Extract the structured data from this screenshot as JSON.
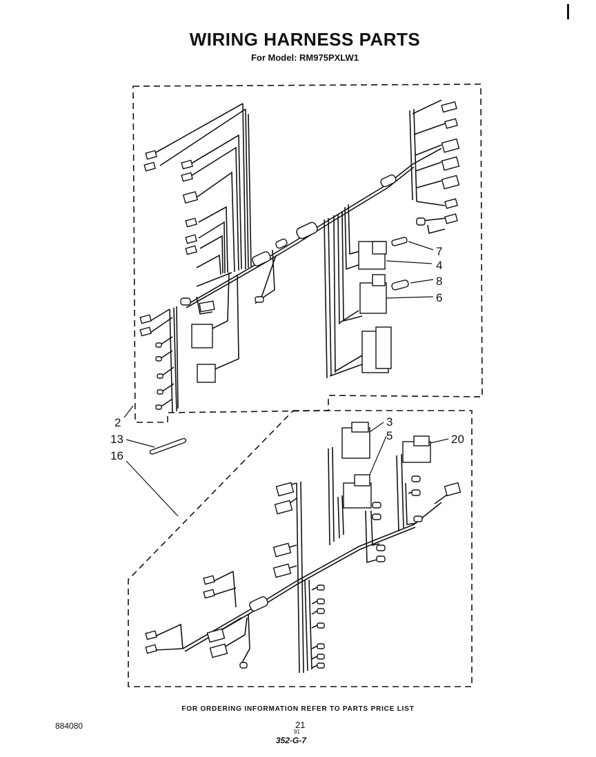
{
  "header": {
    "title": "WIRING HARNESS PARTS",
    "model_label": "For Model: RM975PXLW1"
  },
  "callouts": [
    {
      "id": "7",
      "label": "7"
    },
    {
      "id": "4",
      "label": "4"
    },
    {
      "id": "8",
      "label": "8"
    },
    {
      "id": "6",
      "label": "6"
    },
    {
      "id": "2",
      "label": "2"
    },
    {
      "id": "13",
      "label": "13"
    },
    {
      "id": "16",
      "label": "16"
    },
    {
      "id": "3",
      "label": "3"
    },
    {
      "id": "5",
      "label": "5"
    },
    {
      "id": "20",
      "label": "20"
    }
  ],
  "footer": {
    "ordering_note": "FOR ORDERING INFORMATION REFER TO PARTS PRICE LIST",
    "doc_number": "884080",
    "page_number": "21",
    "page_sub": "91",
    "code": "352-G-7"
  }
}
